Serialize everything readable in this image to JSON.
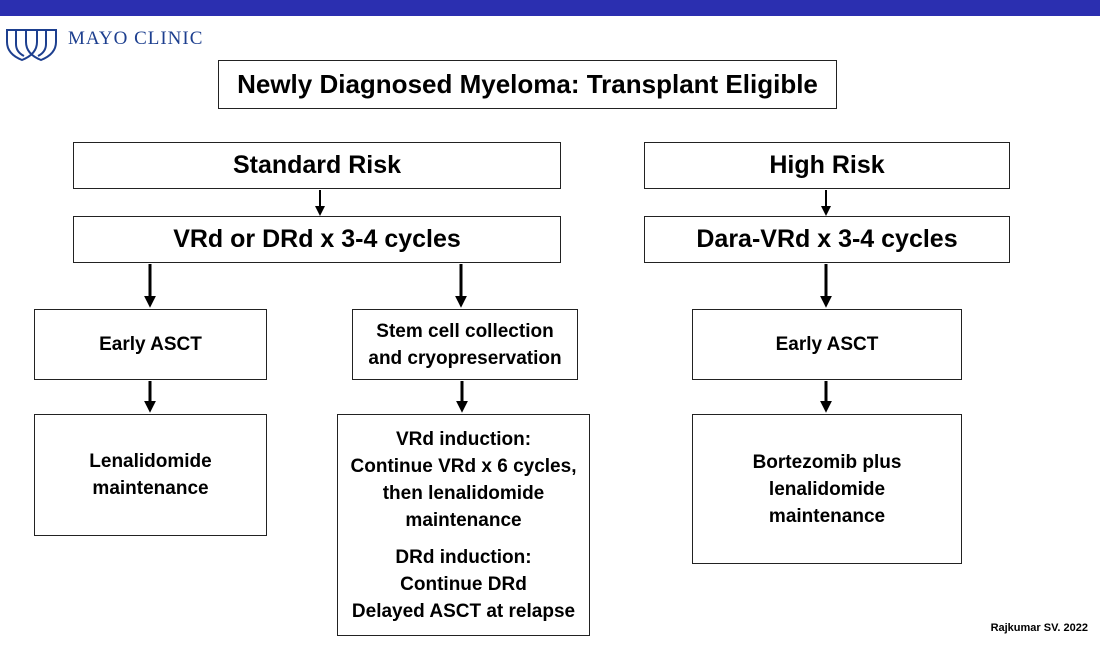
{
  "brand": {
    "name": "MAYO CLINIC",
    "icon": "mayo-shield-icon",
    "color": "#1d3f8f"
  },
  "accent_bar_color": "#2b2fb0",
  "title": "Newly Diagnosed Myeloma: Transplant Eligible",
  "standard": {
    "header": "Standard Risk",
    "induction": "VRd or DRd x 3-4 cycles",
    "early_asct": "Early ASCT",
    "maintenance_lines": [
      "Lenalidomide",
      "maintenance"
    ],
    "stem_cell_lines": [
      "Stem cell collection",
      "and cryopreservation"
    ],
    "vrd_lines": [
      "VRd induction:",
      "Continue VRd x 6 cycles,",
      "then lenalidomide",
      "maintenance"
    ],
    "drd_lines": [
      "DRd induction:",
      "Continue DRd",
      "Delayed ASCT at relapse"
    ]
  },
  "high": {
    "header": "High Risk",
    "induction": "Dara-VRd x 3-4 cycles",
    "early_asct": "Early ASCT",
    "maintenance_lines": [
      "Bortezomib plus",
      "lenalidomide",
      "maintenance"
    ]
  },
  "citation": "Rajkumar SV. 2022"
}
